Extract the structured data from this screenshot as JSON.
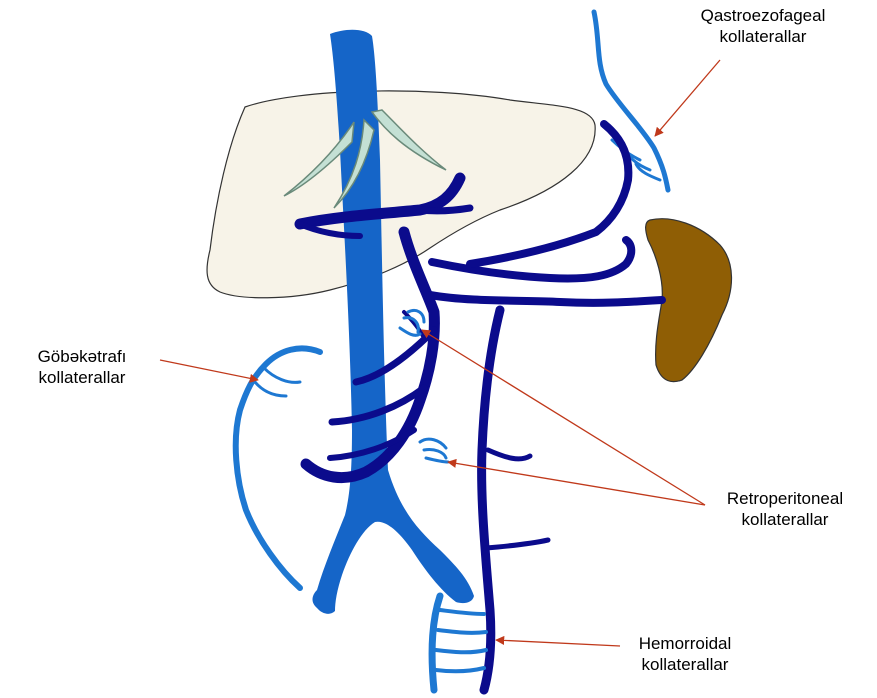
{
  "colors": {
    "liver_fill": "#f7f3e8",
    "liver_stroke": "#333333",
    "ivc": "#1565c8",
    "portal_system": "#0b0b8c",
    "collateral_light": "#1e78d2",
    "hepatic_veins": "#c4e0d4",
    "spleen": "#8f5e05",
    "annotation_line": "#c0391b"
  },
  "labels": {
    "gastroesophageal": {
      "line1": "Qastroezofageal",
      "line2": "kollaterallar"
    },
    "paraumbilical": {
      "line1": "Göbəkətrafı",
      "line2": "kollaterallar"
    },
    "retroperitoneal": {
      "line1": "Retroperitoneal",
      "line2": "kollaterallar"
    },
    "hemorrhoidal": {
      "line1": "Hemorroidal",
      "line2": "kollaterallar"
    }
  }
}
